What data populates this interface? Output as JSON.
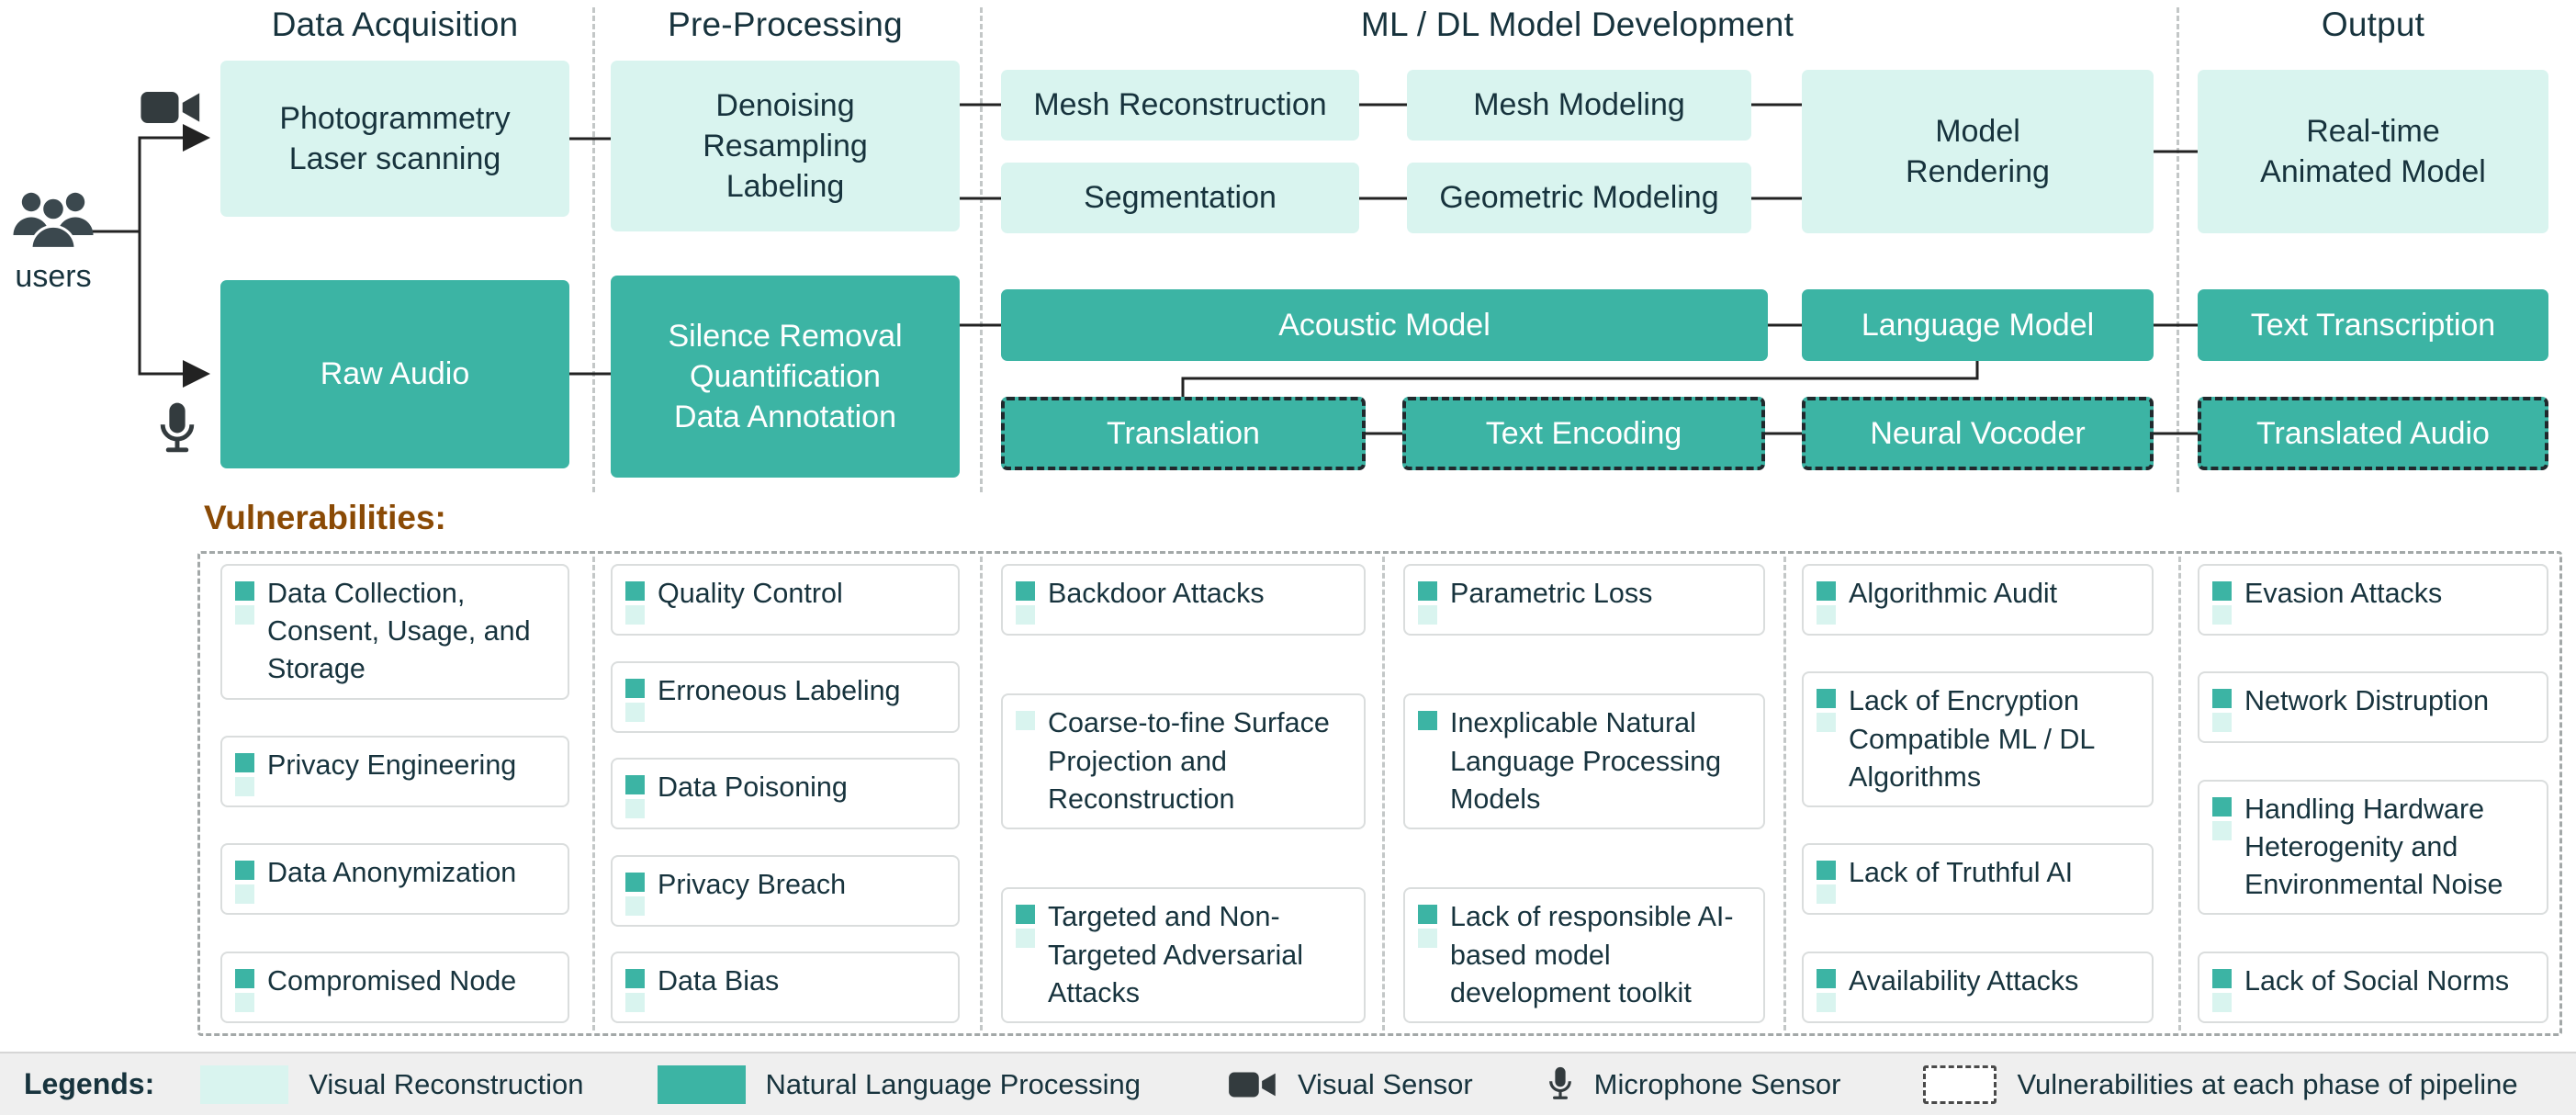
{
  "colors": {
    "visual": "#d9f4ef",
    "nlp": "#3cb4a4",
    "text_dark": "#17333d",
    "vuln_title": "#8a4a05"
  },
  "phases": {
    "data_acquisition": "Data Acquisition",
    "pre_processing": "Pre-Processing",
    "ml_dl": "ML / DL Model Development",
    "output": "Output"
  },
  "actors": {
    "users_label": "users"
  },
  "pipeline": {
    "photogrammetry": "Photogrammetry\nLaser scanning",
    "denoising": "Denoising\nResampling\nLabeling",
    "mesh_reconstruction": "Mesh Reconstruction",
    "mesh_modeling": "Mesh Modeling",
    "segmentation": "Segmentation",
    "geometric_modeling": "Geometric Modeling",
    "model_rendering": "Model\nRendering",
    "realtime_animated_model": "Real-time\nAnimated Model",
    "raw_audio": "Raw Audio",
    "silence_removal": "Silence Removal\nQuantification\nData Annotation",
    "acoustic_model": "Acoustic Model",
    "language_model": "Language Model",
    "text_transcription": "Text Transcription",
    "translation": "Translation",
    "text_encoding": "Text Encoding",
    "neural_vocoder": "Neural Vocoder",
    "translated_audio": "Translated Audio"
  },
  "vulnerabilities": {
    "title": "Vulnerabilities:",
    "columns": [
      {
        "items": [
          {
            "text": "Data Collection, Consent, Usage, and Storage",
            "markers": [
              "nlp",
              "visual"
            ]
          },
          {
            "text": "Privacy Engineering",
            "markers": [
              "nlp",
              "visual"
            ]
          },
          {
            "text": "Data Anonymization",
            "markers": [
              "nlp",
              "visual"
            ]
          },
          {
            "text": "Compromised Node",
            "markers": [
              "nlp",
              "visual"
            ]
          }
        ]
      },
      {
        "items": [
          {
            "text": "Quality Control",
            "markers": [
              "nlp",
              "visual"
            ]
          },
          {
            "text": "Erroneous Labeling",
            "markers": [
              "nlp",
              "visual"
            ]
          },
          {
            "text": "Data Poisoning",
            "markers": [
              "nlp",
              "visual"
            ]
          },
          {
            "text": "Privacy Breach",
            "markers": [
              "nlp",
              "visual"
            ]
          },
          {
            "text": "Data Bias",
            "markers": [
              "nlp",
              "visual"
            ]
          }
        ]
      },
      {
        "items": [
          {
            "text": "Backdoor Attacks",
            "markers": [
              "nlp",
              "visual"
            ]
          },
          {
            "text": "Coarse-to-fine Surface Projection and Reconstruction",
            "markers": [
              "visual"
            ]
          },
          {
            "text": "Targeted and Non-Targeted Adversarial Attacks",
            "markers": [
              "nlp",
              "visual"
            ]
          }
        ]
      },
      {
        "items": [
          {
            "text": "Parametric Loss",
            "markers": [
              "nlp",
              "visual"
            ]
          },
          {
            "text": "Inexplicable Natural Language Processing Models",
            "markers": [
              "nlp"
            ]
          },
          {
            "text": "Lack of responsible AI-based model development toolkit",
            "markers": [
              "nlp",
              "visual"
            ]
          }
        ]
      },
      {
        "items": [
          {
            "text": "Algorithmic Audit",
            "markers": [
              "nlp",
              "visual"
            ]
          },
          {
            "text": "Lack of Encryption Compatible ML / DL Algorithms",
            "markers": [
              "nlp",
              "visual"
            ]
          },
          {
            "text": "Lack of Truthful AI",
            "markers": [
              "nlp",
              "visual"
            ]
          },
          {
            "text": "Availability Attacks",
            "markers": [
              "nlp",
              "visual"
            ]
          }
        ]
      },
      {
        "items": [
          {
            "text": "Evasion Attacks",
            "markers": [
              "nlp",
              "visual"
            ]
          },
          {
            "text": "Network Distruption",
            "markers": [
              "nlp",
              "visual"
            ]
          },
          {
            "text": "Handling Hardware Heterogenity and Environmental Noise",
            "markers": [
              "nlp",
              "visual"
            ]
          },
          {
            "text": "Lack of Social Norms",
            "markers": [
              "nlp",
              "visual"
            ]
          }
        ]
      }
    ]
  },
  "legend": {
    "title": "Legends:",
    "visual": "Visual Reconstruction",
    "nlp": "Natural Language Processing",
    "visual_sensor": "Visual Sensor",
    "microphone_sensor": "Microphone Sensor",
    "vuln": "Vulnerabilities at each phase of pipeline"
  }
}
